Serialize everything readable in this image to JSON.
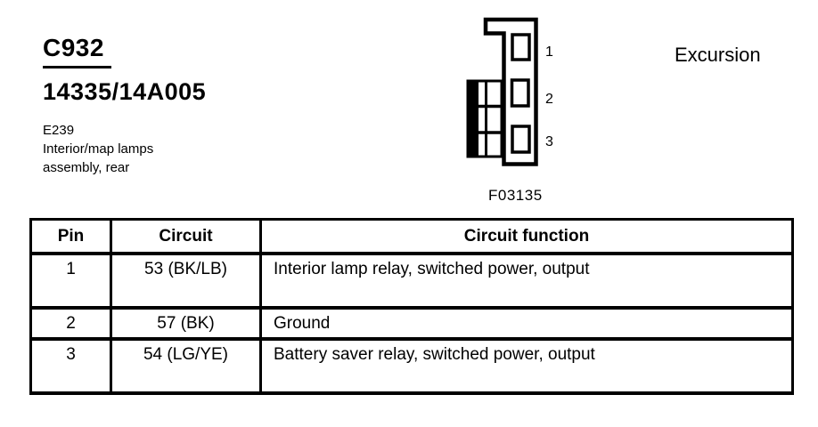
{
  "header": {
    "connector_id": "C932",
    "part_number": "14335/14A005",
    "location_code": "E239",
    "description_line1": "Interior/map lamps",
    "description_line2": "assembly, rear",
    "vehicle": "Excursion"
  },
  "diagram": {
    "figure_number": "F03135",
    "pin_labels": [
      "1",
      "2",
      "3"
    ]
  },
  "table": {
    "headers": [
      "Pin",
      "Circuit",
      "Circuit function"
    ],
    "rows": [
      {
        "pin": "1",
        "circuit": "53 (BK/LB)",
        "function": "Interior lamp relay, switched power, output"
      },
      {
        "pin": "2",
        "circuit": "57 (BK)",
        "function": "Ground"
      },
      {
        "pin": "3",
        "circuit": "54 (LG/YE)",
        "function": "Battery saver relay, switched power, output"
      }
    ]
  },
  "colors": {
    "ink": "#000000",
    "paper": "#ffffff"
  }
}
